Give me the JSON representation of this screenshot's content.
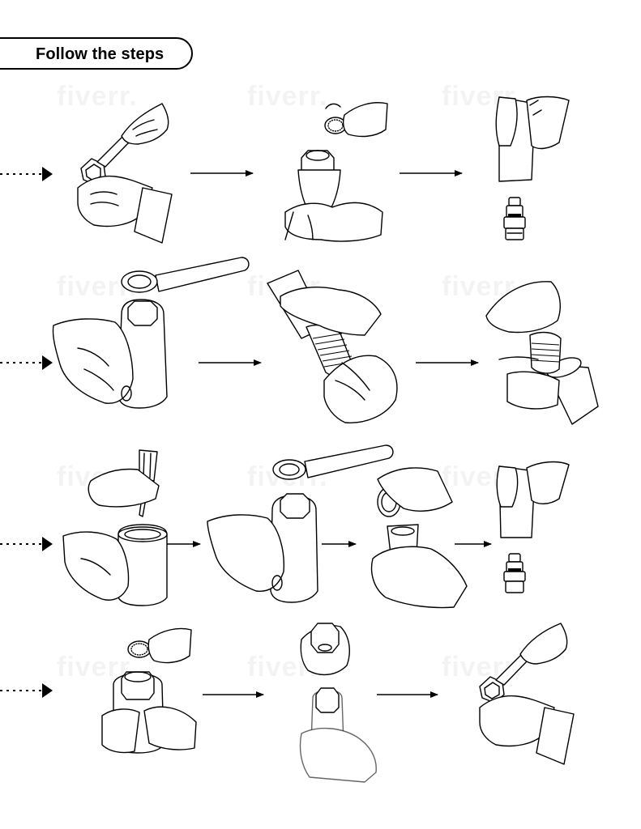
{
  "header": {
    "title": "Follow the steps"
  },
  "watermark": {
    "text": "fiverr."
  },
  "steps": [
    {
      "row": 1,
      "panels": [
        "wrench-loosening-cap",
        "cap-and-screen-removal",
        "cartridge-pulled-from-body"
      ]
    },
    {
      "row": 2,
      "panels": [
        "box-wrench-on-body",
        "unthreading-cartridge",
        "inserting-cartridge"
      ]
    },
    {
      "row": 3,
      "panels": [
        "screwdriver-on-body",
        "box-wrench-on-body",
        "seat-and-cartridge-removed"
      ]
    },
    {
      "row": 4,
      "panels": [
        "screen-into-body",
        "cap-and-body",
        "wrench-tightening-cap"
      ]
    }
  ],
  "colors": {
    "line": "#000000",
    "background": "#ffffff"
  }
}
